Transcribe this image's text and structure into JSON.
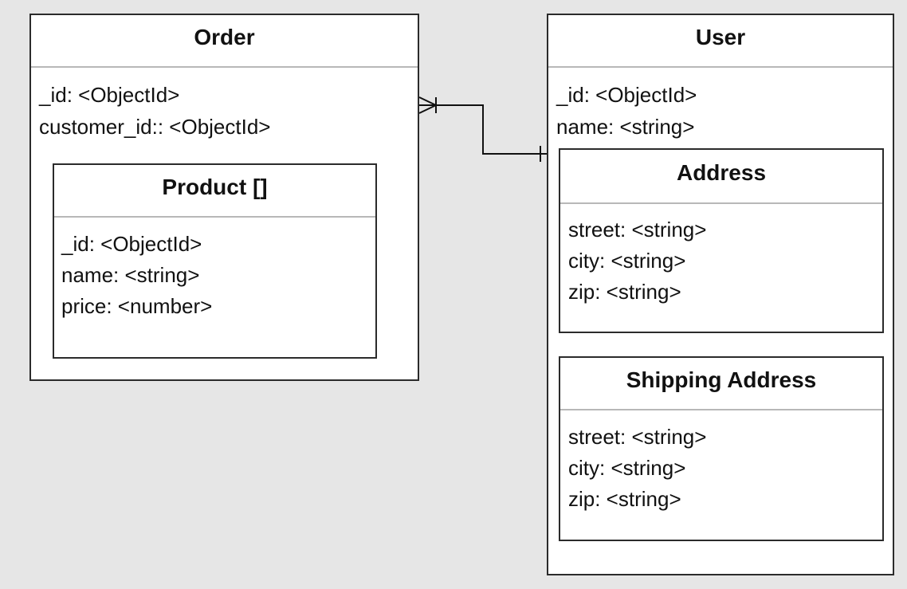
{
  "order": {
    "title": "Order",
    "fields": [
      "_id: <ObjectId>",
      "customer_id:: <ObjectId>"
    ],
    "product": {
      "title": "Product []",
      "fields": [
        "_id: <ObjectId>",
        "name: <string>",
        "price: <number>"
      ]
    }
  },
  "user": {
    "title": "User",
    "fields": [
      "_id: <ObjectId>",
      "name: <string>"
    ],
    "address": {
      "title": "Address",
      "fields": [
        "street: <string>",
        "city: <string>",
        "zip: <string>"
      ]
    },
    "shipping_address": {
      "title": "Shipping Address",
      "fields": [
        "street: <string>",
        "city: <string>",
        "zip: <string>"
      ]
    }
  },
  "relationship": {
    "from": "Order",
    "to": "User",
    "from_cardinality": "one-or-many",
    "to_cardinality": "one"
  },
  "colors": {
    "background": "#e6e6e6",
    "box_fill": "#ffffff",
    "border": "#2b2b2b",
    "header_divider": "#b8b8b8"
  }
}
